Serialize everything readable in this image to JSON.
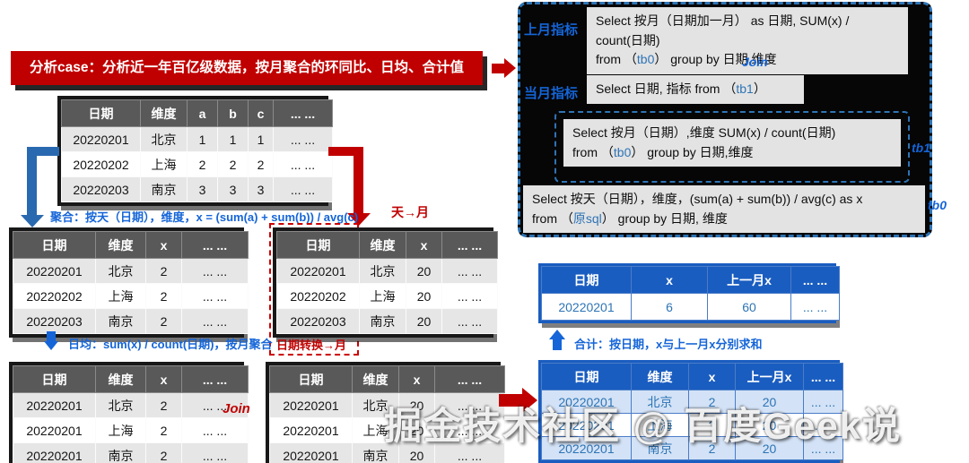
{
  "banner": {
    "text": "分析case：分析近一年百亿级数据，按月聚合的环同比、日均、合计值"
  },
  "watermark": "掘金技术社区 @ 百度Geek说",
  "panel": {
    "label_prev_month": "上月指标",
    "label_cur_month": "当月指标",
    "join_label": "Join",
    "sql1": {
      "l1": "Select 按月（日期加一月） as 日期, SUM(x) / count(日期)",
      "l2a": "from （",
      "ref": "tb0",
      "l2b": "） group by 日期,维度"
    },
    "sql2": {
      "l1a": "Select 日期, 指标 from （",
      "ref": "tb1",
      "l1b": "）"
    },
    "sql3": {
      "l1": "Select 按月（日期）,维度 SUM(x) / count(日期)",
      "l2a": "from （",
      "ref": "tb0",
      "l2b": "） group by 日期,维度",
      "tag": "tb1"
    },
    "sql4": {
      "l1": "Select 按天（日期），维度，(sum(a) + sum(b)) / avg(c) as x",
      "l2a": "from （",
      "ref": "原sql",
      "l2b": "） group by 日期, 维度",
      "tag": "tb0"
    }
  },
  "annotations": {
    "daily_agg": "聚合：按天（日期），维度，x = (sum(a) + sum(b)) / avg(c)",
    "day_to_month": "天→月",
    "date_convert": "日期转换→月",
    "daily_avg": "日均：sum(x) / count(日期)，按月聚合",
    "total": "合计：按日期，x与上一月x分别求和",
    "join_bottom": "Join"
  },
  "tables": {
    "raw": {
      "headers": [
        "日期",
        "维度",
        "a",
        "b",
        "c",
        "... ..."
      ],
      "rows": [
        [
          "20220201",
          "北京",
          "1",
          "1",
          "1",
          "... ..."
        ],
        [
          "20220202",
          "上海",
          "2",
          "2",
          "2",
          "... ..."
        ],
        [
          "20220203",
          "南京",
          "3",
          "3",
          "3",
          "... ..."
        ]
      ]
    },
    "daily": {
      "headers": [
        "日期",
        "维度",
        "x",
        "... ..."
      ],
      "rows": [
        [
          "20220201",
          "北京",
          "2",
          "... ..."
        ],
        [
          "20220202",
          "上海",
          "2",
          "... ..."
        ],
        [
          "20220203",
          "南京",
          "2",
          "... ..."
        ]
      ]
    },
    "monthly": {
      "headers": [
        "日期",
        "维度",
        "x",
        "... ..."
      ],
      "rows": [
        [
          "20220201",
          "北京",
          "20",
          "... ..."
        ],
        [
          "20220202",
          "上海",
          "20",
          "... ..."
        ],
        [
          "20220203",
          "南京",
          "20",
          "... ..."
        ]
      ]
    },
    "bottom_left": {
      "headers": [
        "日期",
        "维度",
        "x",
        "... ..."
      ],
      "rows": [
        [
          "20220201",
          "北京",
          "2",
          "... ..."
        ],
        [
          "20220201",
          "上海",
          "2",
          "... ..."
        ],
        [
          "20220201",
          "南京",
          "2",
          "... ..."
        ]
      ]
    },
    "bottom_mid": {
      "headers": [
        "日期",
        "维度",
        "x",
        "... ..."
      ],
      "rows": [
        [
          "20220201",
          "北京",
          "20",
          "... ..."
        ],
        [
          "20220201",
          "上海",
          "20",
          "... ..."
        ],
        [
          "20220201",
          "南京",
          "20",
          "... ..."
        ]
      ]
    },
    "result_total": {
      "headers": [
        "日期",
        "x",
        "上一月x",
        "... ..."
      ],
      "rows": [
        [
          "20220201",
          "6",
          "60",
          "... ..."
        ]
      ]
    },
    "result_detail": {
      "headers": [
        "日期",
        "维度",
        "x",
        "上一月x",
        "... ..."
      ],
      "rows": [
        [
          "20220201",
          "北京",
          "2",
          "20",
          "... ..."
        ],
        [
          "20220201",
          "上海",
          "2",
          "20",
          "... ..."
        ],
        [
          "20220201",
          "南京",
          "2",
          "20",
          "... ..."
        ]
      ]
    }
  },
  "colors": {
    "accent_red": "#C00000",
    "accent_blue": "#1565D8",
    "gray_header": "#595959",
    "blue_header": "#1A5DC0",
    "sql_ref_blue": "#2E74B5"
  }
}
